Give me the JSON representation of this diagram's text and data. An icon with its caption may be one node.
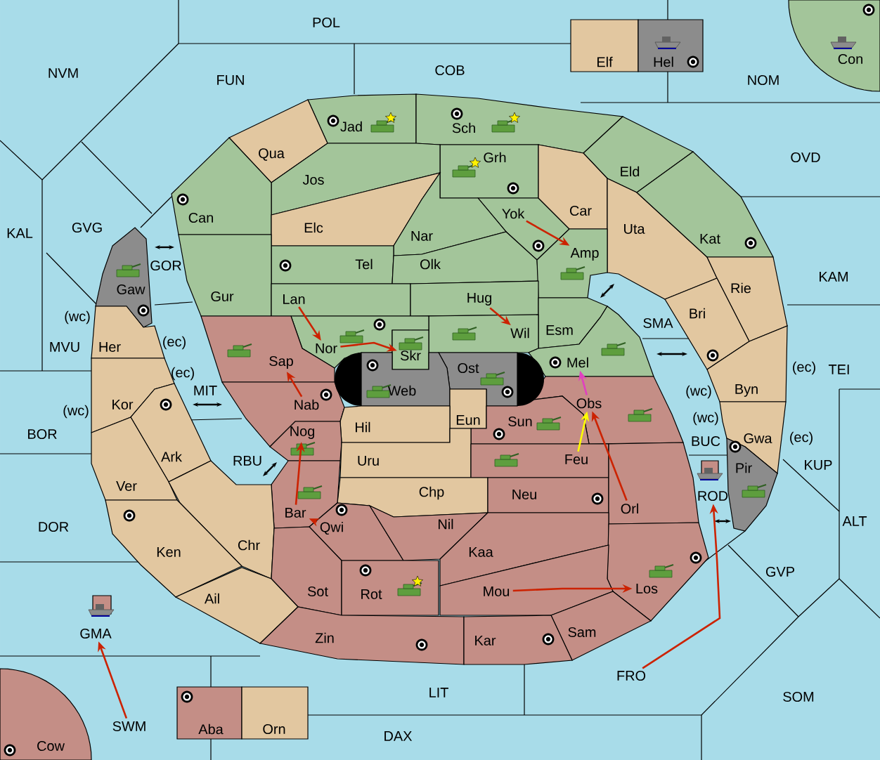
{
  "diagram": {
    "nodes": [
      {
        "text": [
          "POL"
        ]
      },
      {
        "text": [
          "Elf"
        ]
      },
      {
        "text": [
          "Hel"
        ]
      },
      {
        "text": [
          "Con"
        ]
      },
      {
        "text": [
          "NVM"
        ]
      },
      {
        "text": [
          "FUN"
        ]
      },
      {
        "text": [
          "COB"
        ]
      },
      {
        "text": [
          "NOM"
        ]
      },
      {
        "text": [
          "Jad"
        ]
      },
      {
        "text": [
          "Sch"
        ]
      },
      {
        "text": [
          "Qua"
        ]
      },
      {
        "text": [
          "Grh"
        ]
      },
      {
        "text": [
          "OVD"
        ]
      },
      {
        "text": [
          "Eld"
        ]
      },
      {
        "text": [
          "Jos"
        ]
      },
      {
        "text": [
          "Can"
        ]
      },
      {
        "text": [
          "Yok"
        ]
      },
      {
        "text": [
          "Car"
        ]
      },
      {
        "text": [
          "Elc"
        ]
      },
      {
        "text": [
          "GVG"
        ]
      },
      {
        "text": [
          "KAL"
        ]
      },
      {
        "text": [
          "Uta"
        ]
      },
      {
        "text": [
          "Nar"
        ]
      },
      {
        "text": [
          "Kat"
        ]
      },
      {
        "text": [
          "Tel"
        ]
      },
      {
        "text": [
          "Olk"
        ]
      },
      {
        "text": [
          "GOR"
        ]
      },
      {
        "text": [
          "Amp"
        ]
      },
      {
        "text": [
          "KAM"
        ]
      },
      {
        "text": [
          "Gaw"
        ]
      },
      {
        "text": [
          "Rie"
        ]
      },
      {
        "text": [
          "Gur"
        ]
      },
      {
        "text": [
          "Lan"
        ]
      },
      {
        "text": [
          "Hug"
        ]
      },
      {
        "text": [
          "Bri"
        ]
      },
      {
        "text": [
          "SMA"
        ]
      },
      {
        "text": [
          "Esm"
        ]
      },
      {
        "text": [
          "Wil"
        ]
      },
      {
        "text": [
          "MVU"
        ]
      },
      {
        "text": [
          "Her"
        ]
      },
      {
        "text": [
          "Nor"
        ]
      },
      {
        "text": [
          "Skr"
        ]
      },
      {
        "text": [
          "Sap"
        ]
      },
      {
        "text": [
          "Mel"
        ]
      },
      {
        "text": [
          "Ost"
        ]
      },
      {
        "text": [
          "TEI"
        ]
      },
      {
        "text": [
          "Byn"
        ]
      },
      {
        "text": [
          "MIT"
        ]
      },
      {
        "text": [
          "Web"
        ]
      },
      {
        "text": [
          "Kor"
        ]
      },
      {
        "text": [
          "Obs"
        ]
      },
      {
        "text": [
          "Nab"
        ]
      },
      {
        "text": [
          "Eun"
        ]
      },
      {
        "text": [
          "Sun"
        ]
      },
      {
        "text": [
          "Hil"
        ]
      },
      {
        "text": [
          "BOR"
        ]
      },
      {
        "text": [
          "Nog"
        ]
      },
      {
        "text": [
          "Gwa"
        ]
      },
      {
        "text": [
          "BUC"
        ]
      },
      {
        "text": [
          "Ark"
        ]
      },
      {
        "text": [
          "Uru"
        ]
      },
      {
        "text": [
          "Feu"
        ]
      },
      {
        "text": [
          "RBU"
        ]
      },
      {
        "text": [
          "KUP"
        ]
      },
      {
        "text": [
          "Pir"
        ]
      },
      {
        "text": [
          "Ver"
        ]
      },
      {
        "text": [
          "Chp"
        ]
      },
      {
        "text": [
          "Neu"
        ]
      },
      {
        "text": [
          "ROD"
        ]
      },
      {
        "text": [
          "Bar"
        ]
      },
      {
        "text": [
          "Orl"
        ]
      },
      {
        "text": [
          "ALT"
        ]
      },
      {
        "text": [
          "DOR"
        ]
      },
      {
        "text": [
          "Qwi"
        ]
      },
      {
        "text": [
          "Nil"
        ]
      },
      {
        "text": [
          "Chr"
        ]
      },
      {
        "text": [
          "Ken"
        ]
      },
      {
        "text": [
          "Kaa"
        ]
      },
      {
        "text": [
          "GVP"
        ]
      },
      {
        "text": [
          "Los"
        ]
      },
      {
        "text": [
          "Sot"
        ]
      },
      {
        "text": [
          "Rot"
        ]
      },
      {
        "text": [
          "Mou"
        ]
      },
      {
        "text": [
          "Ail"
        ]
      },
      {
        "text": [
          "GMA"
        ]
      },
      {
        "text": [
          "Sam"
        ]
      },
      {
        "text": [
          "Zin"
        ]
      },
      {
        "text": [
          "Kar"
        ]
      },
      {
        "text": [
          "FRO"
        ]
      },
      {
        "text": [
          "LIT"
        ]
      },
      {
        "text": [
          "SOM"
        ]
      },
      {
        "text": [
          "SWM"
        ]
      },
      {
        "text": [
          "Aba"
        ]
      },
      {
        "text": [
          "Orn"
        ]
      },
      {
        "text": [
          "DAX"
        ]
      },
      {
        "text": [
          "Cow"
        ]
      }
    ],
    "edges": [
      {
        "from": 51,
        "to": 42,
        "arrow": "to"
      },
      {
        "from": 32,
        "to": 40,
        "arrow": "to"
      },
      {
        "from": 40,
        "to": 41,
        "arrow": "to"
      },
      {
        "from": 33,
        "to": 37,
        "arrow": "to"
      },
      {
        "from": 16,
        "to": 27,
        "arrow": "to"
      },
      {
        "from": 50,
        "to": 43,
        "arrow": "to",
        "color": "#e040c0"
      },
      {
        "from": 70,
        "to": 50,
        "arrow": "to"
      },
      {
        "from": 61,
        "to": 50,
        "arrow": "to",
        "color": "#ffff00"
      },
      {
        "from": 69,
        "to": 56,
        "arrow": "to"
      },
      {
        "from": 73,
        "to": 69,
        "arrow": "to"
      },
      {
        "from": 82,
        "to": 79,
        "arrow": "to"
      },
      {
        "from": 88,
        "to": 68,
        "arrow": "to"
      },
      {
        "from": 91,
        "to": 84,
        "arrow": "to"
      }
    ],
    "labels": [
      "(wc)",
      "(ec)",
      "(ec)",
      "(ec)",
      "(wc)",
      "(wc)",
      "(wc)",
      "(ec)"
    ]
  }
}
